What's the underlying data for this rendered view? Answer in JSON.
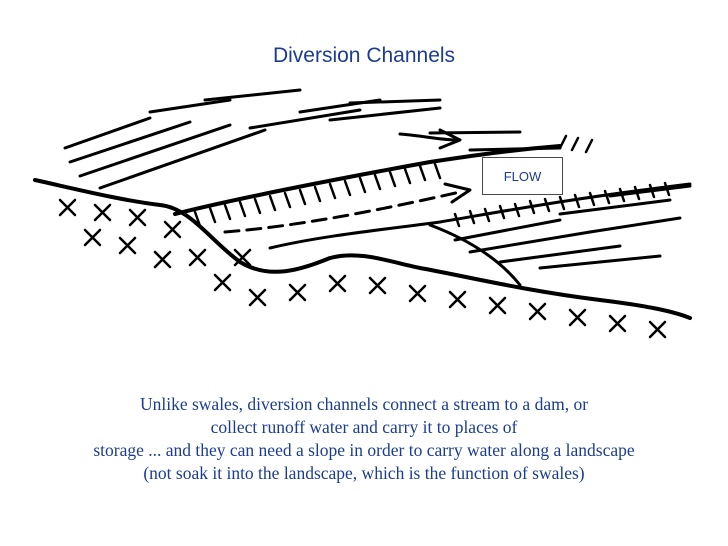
{
  "title": "Diversion Channels",
  "illustration": {
    "flow_label": "FLOW",
    "ink_color": "#000000"
  },
  "caption": {
    "lines": [
      "Unlike swales, diversion channels connect a stream to a dam, or",
      "collect runoff water and carry it to places of",
      "storage ... and they can need a slope in order to carry water along a landscape",
      "(not soak it into the landscape, which is the function of swales)"
    ]
  },
  "colors": {
    "text": "#1c3c94",
    "background": "#ffffff"
  }
}
